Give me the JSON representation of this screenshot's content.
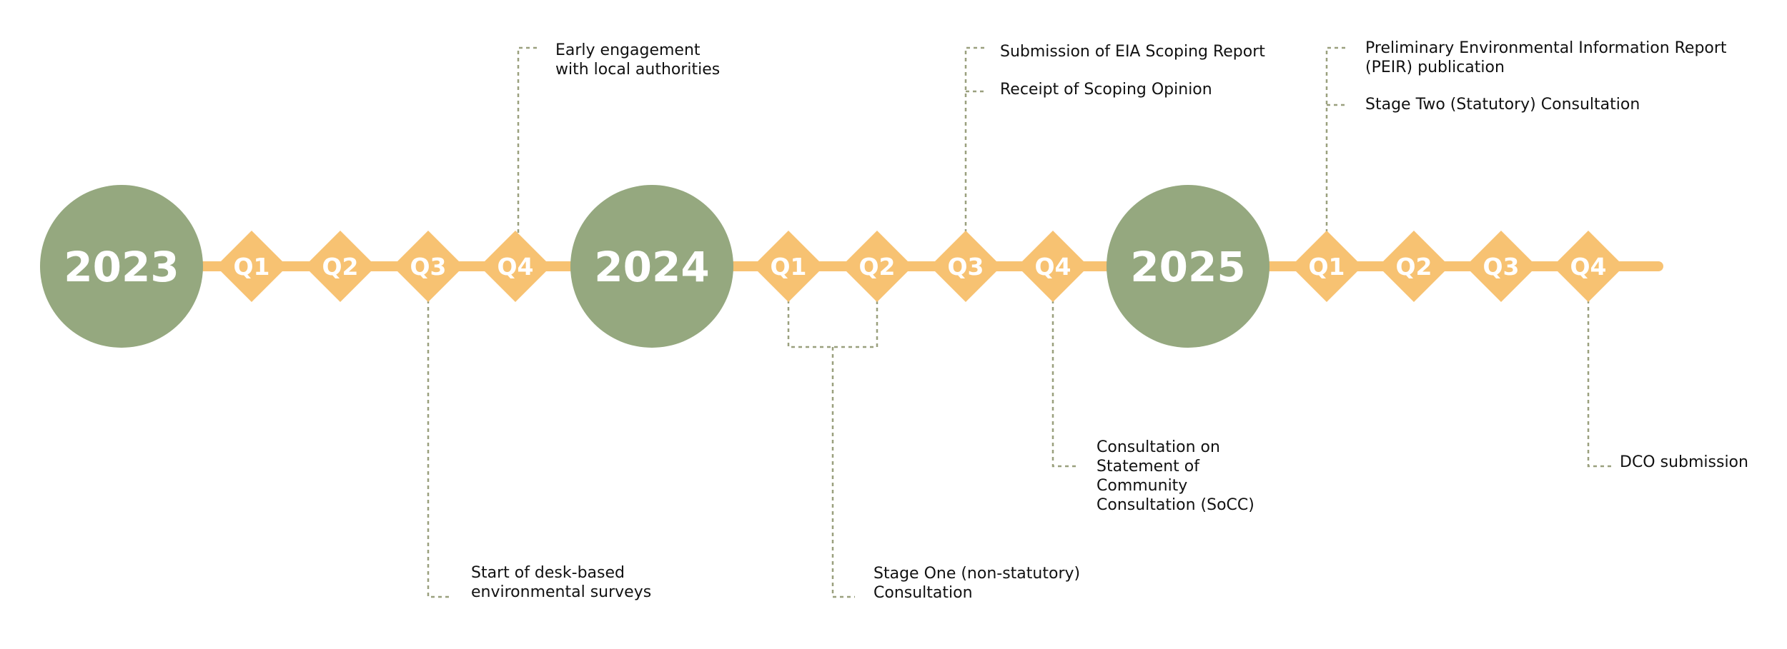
{
  "colors": {
    "year_circle": "#95a87f",
    "timeline": "#f7c272",
    "quarter_diamond": "#f7c272",
    "connector": "#9aa07e",
    "label_text": "#111111"
  },
  "years": [
    {
      "label": "2023",
      "quarters": [
        "Q1",
        "Q2",
        "Q3",
        "Q4"
      ]
    },
    {
      "label": "2024",
      "quarters": [
        "Q1",
        "Q2",
        "Q3",
        "Q4"
      ]
    },
    {
      "label": "2025",
      "quarters": [
        "Q1",
        "Q2",
        "Q3",
        "Q4"
      ]
    }
  ],
  "milestones": [
    {
      "id": "early-engagement",
      "year": "2023",
      "quarter": "Q4",
      "text": "Early engagement\nwith local authorities"
    },
    {
      "id": "desk-surveys",
      "year": "2023",
      "quarter": "Q3",
      "text": "Start of desk-based\nenvironmental surveys"
    },
    {
      "id": "stage-one-consultation",
      "year": "2024",
      "quarter": "Q1–Q2",
      "text": "Stage One (non-statutory)\nConsultation"
    },
    {
      "id": "eia-scoping-report",
      "year": "2024",
      "quarter": "Q3",
      "text": "Submission of EIA Scoping Report"
    },
    {
      "id": "scoping-opinion",
      "year": "2024",
      "quarter": "Q3",
      "text": "Receipt of Scoping Opinion"
    },
    {
      "id": "socc-consultation",
      "year": "2024",
      "quarter": "Q4",
      "text": "Consultation on\nStatement of\nCommunity\nConsultation (SoCC)"
    },
    {
      "id": "peir-publication",
      "year": "2025",
      "quarter": "Q1",
      "text": "Preliminary Environmental Information Report\n(PEIR) publication"
    },
    {
      "id": "stage-two-consultation",
      "year": "2025",
      "quarter": "Q1",
      "text": "Stage Two (Statutory) Consultation"
    },
    {
      "id": "dco-submission",
      "year": "2025",
      "quarter": "Q4",
      "text": "DCO submission"
    }
  ]
}
